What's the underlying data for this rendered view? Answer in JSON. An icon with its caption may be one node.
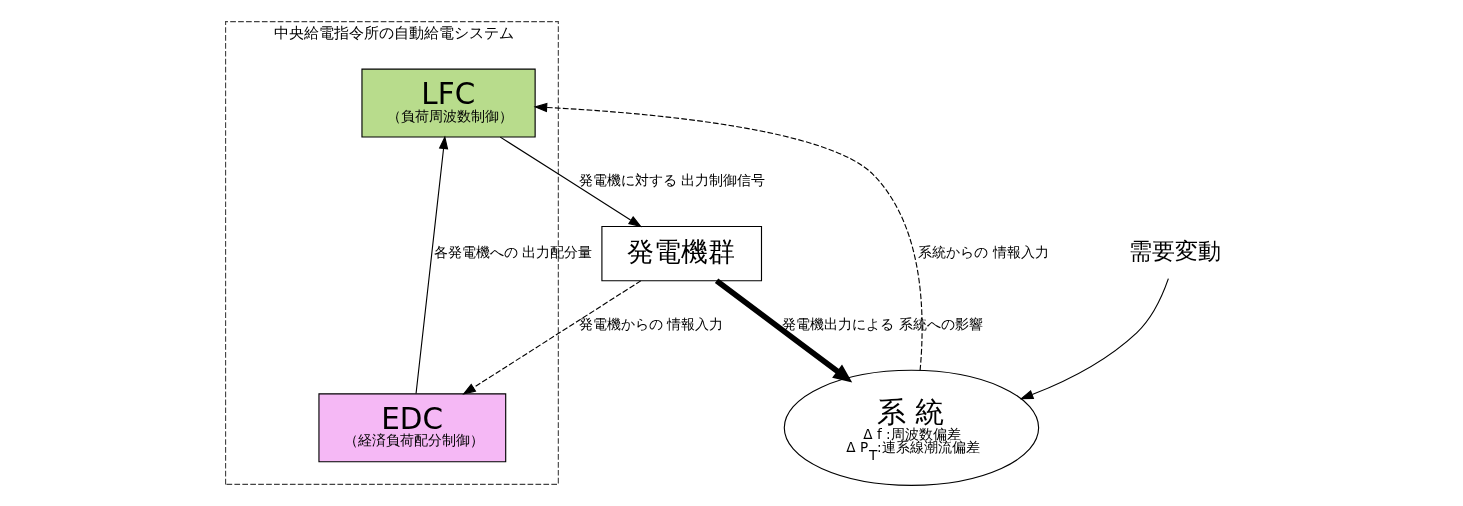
{
  "diagram": {
    "nodes": [
      {
        "text": [
          "中央給電指令所の自動給電システム"
        ]
      },
      {
        "text": [
          "系 統",
          "Δ f :周波数偏差",
          "Δ P$_{T}$:連系線潮流偏差"
        ]
      },
      {
        "text": [
          "LFC",
          "（負荷周波数制御）"
        ],
        "in": 0
      },
      {
        "text": [
          "EDC",
          "（経済負荷配分制御）"
        ],
        "in": 0
      },
      {
        "text": [
          "発電機群"
        ]
      },
      {
        "text": [
          "需要変動"
        ]
      }
    ],
    "edges": [
      {
        "from": 5,
        "to": 1,
        "arrow": "to"
      },
      {
        "from": 1,
        "to": 2,
        "arrow": "to",
        "style": "dashed",
        "label": "系統からの 情報入力"
      },
      {
        "from": 3,
        "to": 2,
        "arrow": "to",
        "label": "各発電機への 出力配分量"
      },
      {
        "from": 4,
        "to": 1,
        "arrow": "to",
        "style": "thick",
        "label": "発電機出力による 系統への影響"
      },
      {
        "from": 2,
        "to": 4,
        "arrow": "to",
        "label": "発電機に対する 出力制御信号"
      },
      {
        "from": 4,
        "to": 3,
        "arrow": "to",
        "style": "dashed",
        "label": "発電機からの 情報入力"
      }
    ]
  }
}
